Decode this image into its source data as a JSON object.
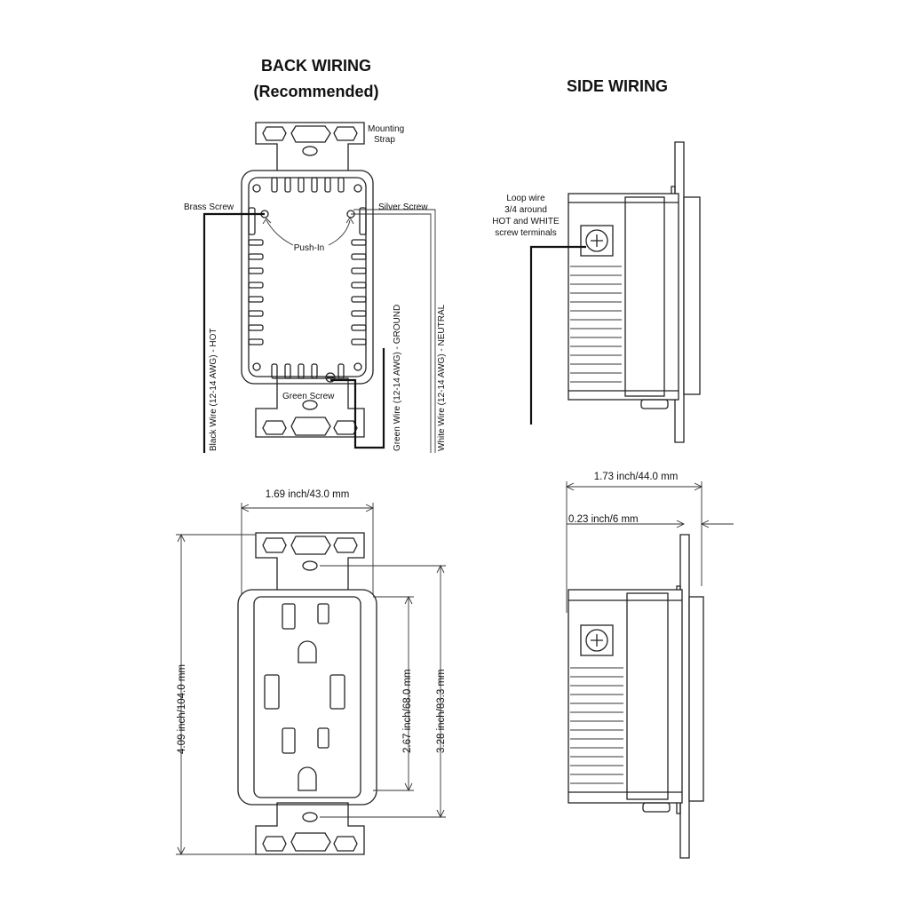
{
  "titles": {
    "back_wiring_line1": "BACK WIRING",
    "back_wiring_line2": "(Recommended)",
    "side_wiring": "SIDE WIRING"
  },
  "labels": {
    "mounting_strap_1": "Mounting",
    "mounting_strap_2": "Strap",
    "brass_screw": "Brass Screw",
    "silver_screw": "Silver Screw",
    "push_in": "Push-In",
    "green_screw": "Green Screw",
    "black_wire": "Black Wire (12-14 AWG) - HOT",
    "green_wire": "Green Wire (12-14 AWG) - GROUND",
    "white_wire": "White Wire (12-14 AWG) - NEUTRAL",
    "loop_wire_1": "Loop wire",
    "loop_wire_2": "3/4 around",
    "loop_wire_3": "HOT and WHITE",
    "loop_wire_4": "screw terminals"
  },
  "dimensions": {
    "width": "1.69 inch/43.0 mm",
    "height_total": "4.09 inch/104.0 mm",
    "height_face": "2.67 inch/68.0 mm",
    "height_mount": "3.28 inch/83.3 mm",
    "depth": "1.73 inch/44.0 mm",
    "strap_offset": "0.23 inch/6 mm"
  }
}
